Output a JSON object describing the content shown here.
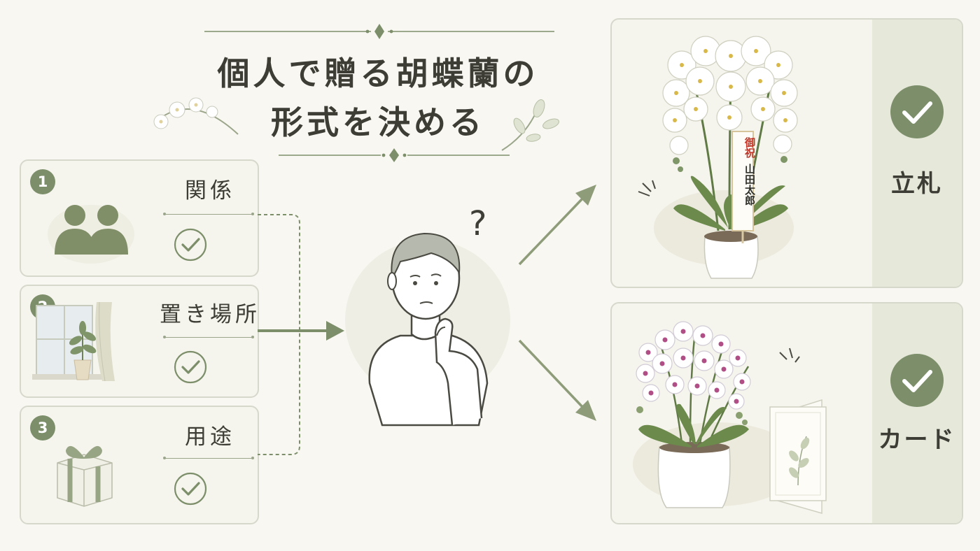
{
  "title": {
    "line1": "個人で贈る胡蝶蘭の",
    "line2": "形式を決める"
  },
  "steps": [
    {
      "number": "1",
      "label": "関係"
    },
    {
      "number": "2",
      "label": "置き場所"
    },
    {
      "number": "3",
      "label": "用途"
    }
  ],
  "person": {
    "question_mark": "?"
  },
  "results": [
    {
      "label": "立札"
    },
    {
      "label": "カード"
    }
  ],
  "tag": {
    "greeting": "御祝",
    "name": "山田太郎"
  },
  "colors": {
    "accent": "#7d8f6a",
    "background": "#f8f7f2",
    "panel_side": "#e6e8da",
    "tag_red": "#c0392b"
  }
}
